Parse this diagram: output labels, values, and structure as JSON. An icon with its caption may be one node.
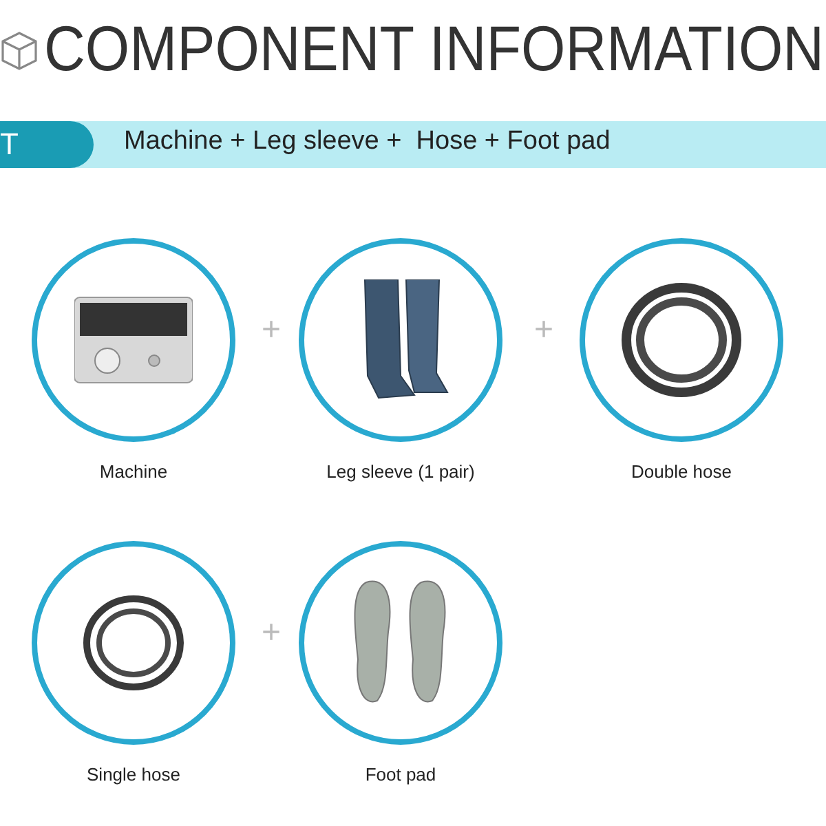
{
  "diagram": {
    "title": "COMPONENT INFORMATION",
    "nodes": [
      {
        "text": [
          "Machine"
        ]
      },
      {
        "text": [
          "Leg sleeve (1 pair)"
        ]
      },
      {
        "text": [
          "Double hose"
        ]
      },
      {
        "text": [
          "Single hose"
        ]
      },
      {
        "text": [
          "Foot pad"
        ]
      }
    ],
    "labels": [
      "T",
      "Machine + Leg sleeve +  Hose + Foot pad",
      "+",
      "+",
      "+"
    ]
  }
}
